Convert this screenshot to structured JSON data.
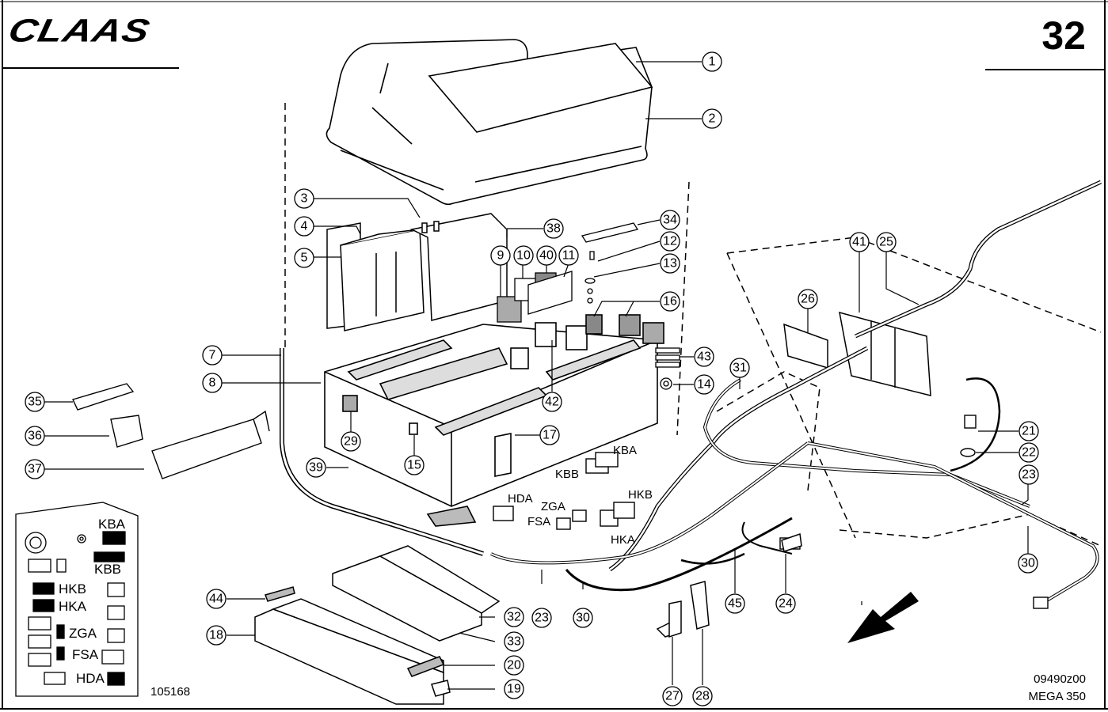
{
  "header": {
    "brand": "CLAAS",
    "page_number": "32"
  },
  "footer": {
    "left_reference": "105168",
    "drawing_number": "09490z00",
    "model": "MEGA 350"
  },
  "callouts": [
    {
      "id": "1"
    },
    {
      "id": "2"
    },
    {
      "id": "3"
    },
    {
      "id": "4"
    },
    {
      "id": "5"
    },
    {
      "id": "7"
    },
    {
      "id": "8"
    },
    {
      "id": "9"
    },
    {
      "id": "10"
    },
    {
      "id": "11"
    },
    {
      "id": "12"
    },
    {
      "id": "13"
    },
    {
      "id": "14"
    },
    {
      "id": "15"
    },
    {
      "id": "16"
    },
    {
      "id": "17"
    },
    {
      "id": "18"
    },
    {
      "id": "19"
    },
    {
      "id": "20"
    },
    {
      "id": "21"
    },
    {
      "id": "22"
    },
    {
      "id": "23"
    },
    {
      "id": "23"
    },
    {
      "id": "24"
    },
    {
      "id": "25"
    },
    {
      "id": "26"
    },
    {
      "id": "27"
    },
    {
      "id": "28"
    },
    {
      "id": "29"
    },
    {
      "id": "30"
    },
    {
      "id": "30"
    },
    {
      "id": "31"
    },
    {
      "id": "32"
    },
    {
      "id": "33"
    },
    {
      "id": "34"
    },
    {
      "id": "35"
    },
    {
      "id": "36"
    },
    {
      "id": "37"
    },
    {
      "id": "38"
    },
    {
      "id": "39"
    },
    {
      "id": "40"
    },
    {
      "id": "41"
    },
    {
      "id": "42"
    },
    {
      "id": "43"
    },
    {
      "id": "44"
    },
    {
      "id": "45"
    }
  ],
  "connector_labels": {
    "kba": "KBA",
    "kbb": "KBB",
    "hkb": "HKB",
    "hka": "HKA",
    "zga": "ZGA",
    "fsa": "FSA",
    "hda": "HDA"
  },
  "panel_labels": {
    "kba": "KBA",
    "kbb": "KBB",
    "hkb": "HKB",
    "hka": "HKA",
    "zga": "ZGA",
    "fsa": "FSA",
    "hda": "HDA"
  },
  "direction_arrow": "arrow-down-left"
}
